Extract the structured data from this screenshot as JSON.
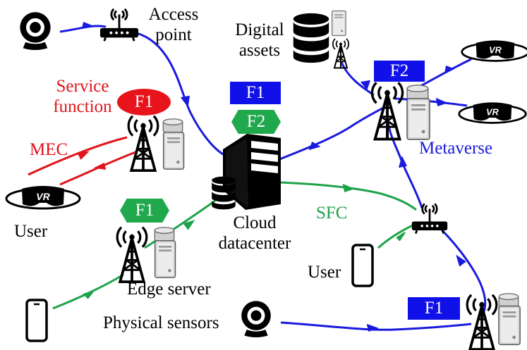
{
  "labels": {
    "access_point": "Access\npoint",
    "digital_assets": "Digital\nassets",
    "service_function": "Service\nfunction",
    "mec": "MEC",
    "user_left": "User",
    "edge_server": "Edge server",
    "cloud_datacenter": "Cloud\ndatacenter",
    "sfc": "SFC",
    "metaverse": "Metaverse",
    "user_right": "User",
    "physical_sensors": "Physical sensors",
    "vr_text": "VR"
  },
  "function_tags": {
    "cloud_f1": "F1",
    "cloud_f2": "F2",
    "mec_f1": "F1",
    "edge_f1": "F1",
    "metaverse_f2": "F2",
    "sensor_f1": "F1"
  },
  "colors": {
    "blue_path": "#1a1adf",
    "green_path": "#1ea34a",
    "red_path": "#e0141b",
    "tag_blue": "#1010e8",
    "tag_green": "#1fa84c",
    "tag_red": "#e8141b"
  }
}
